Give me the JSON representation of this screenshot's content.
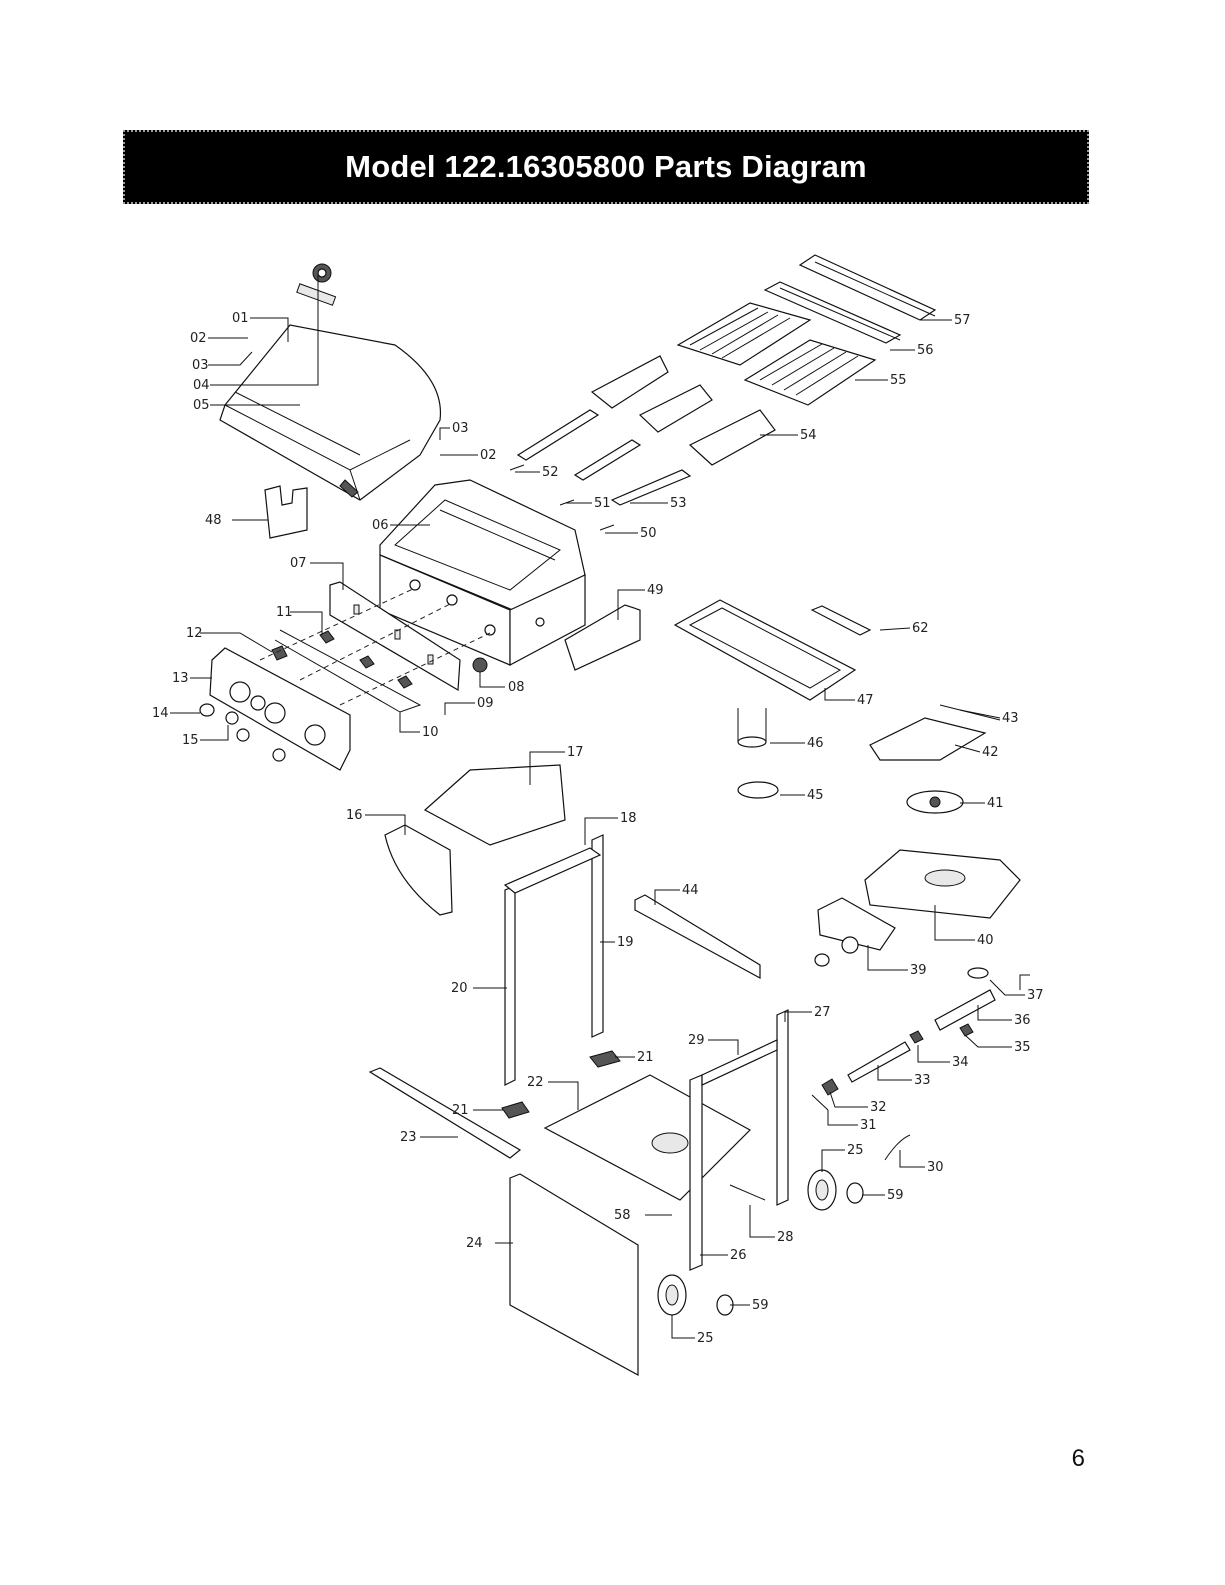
{
  "title": "Model 122.16305800 Parts Diagram",
  "page_number": "6",
  "callouts": [
    "01",
    "02",
    "03",
    "04",
    "05",
    "03",
    "02",
    "06",
    "07",
    "08",
    "09",
    "10",
    "11",
    "12",
    "13",
    "14",
    "15",
    "16",
    "17",
    "18",
    "19",
    "20",
    "21",
    "21",
    "22",
    "23",
    "24",
    "25",
    "25",
    "26",
    "27",
    "28",
    "29",
    "30",
    "31",
    "32",
    "33",
    "34",
    "35",
    "36",
    "37",
    "39",
    "40",
    "41",
    "42",
    "43",
    "44",
    "45",
    "46",
    "47",
    "48",
    "49",
    "50",
    "51",
    "52",
    "53",
    "54",
    "55",
    "56",
    "57",
    "58",
    "59",
    "59",
    "62"
  ]
}
